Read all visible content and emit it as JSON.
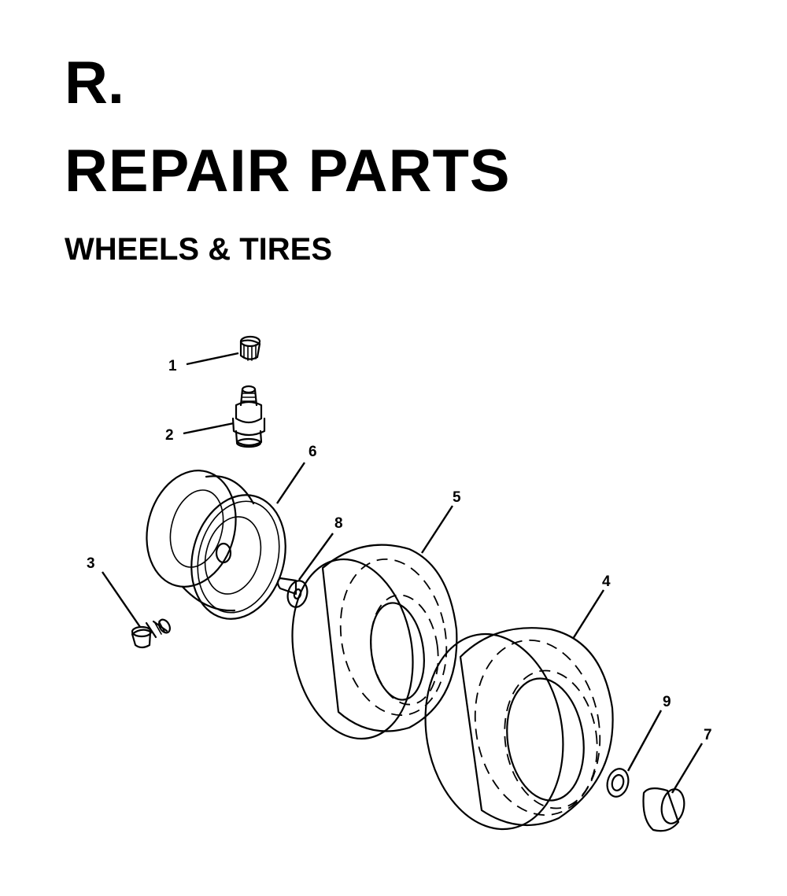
{
  "header": {
    "section_letter": "R.",
    "title": "REPAIR PARTS",
    "subtitle": "WHEELS & TIRES"
  },
  "callouts": [
    "1",
    "2",
    "3",
    "4",
    "5",
    "6",
    "7",
    "8",
    "9"
  ],
  "parts": [
    {
      "ref": "1",
      "icon": "valve-cap-icon"
    },
    {
      "ref": "2",
      "icon": "valve-stem-icon"
    },
    {
      "ref": "3",
      "icon": "grease-fitting-icon"
    },
    {
      "ref": "4",
      "icon": "tire-icon"
    },
    {
      "ref": "5",
      "icon": "tire-icon"
    },
    {
      "ref": "6",
      "icon": "wheel-rim-icon"
    },
    {
      "ref": "7",
      "icon": "bushing-icon"
    },
    {
      "ref": "8",
      "icon": "bearing-icon"
    },
    {
      "ref": "9",
      "icon": "washer-icon"
    }
  ]
}
